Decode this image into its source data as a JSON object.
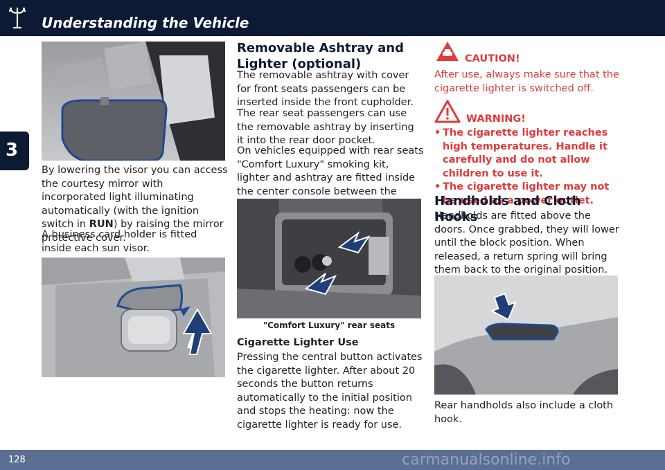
{
  "header": {
    "title": "Understanding the Vehicle"
  },
  "chapter_tab": {
    "number": "3"
  },
  "col1": {
    "para1_a": "By lowering the visor you can access the courtesy mirror with incorporated light illuminating automatically (with the ignition switch in ",
    "para1_bold": "RUN",
    "para1_b": ") by raising the mirror protective cover.",
    "para2": "A business card holder is fitted inside each sun visor."
  },
  "col2": {
    "heading": "Removable Ashtray and Lighter (optional)",
    "para1": "The removable ashtray with cover for front seats passengers can be inserted inside the front cupholder.",
    "para2": "The rear seat passengers can use the removable ashtray by inserting it into the rear door pocket.",
    "para3": "On vehicles equipped with rear seats \"Comfort Luxury\" smoking kit, lighter and ashtray are fitted inside the center console between the seats.",
    "caption": "\"Comfort Luxury\" rear seats",
    "subheading": "Cigarette Lighter Use",
    "para4": "Pressing the central button activates the cigarette lighter. After about 20 seconds the button returns automatically to the initial position and stops the heating: now the cigarette lighter is ready for use."
  },
  "col3": {
    "caution_title": "CAUTION!",
    "caution_text": "After use, always make sure that the cigarette lighter is switched off.",
    "warning_title": "WARNING!",
    "warning_items": [
      "The cigarette lighter reaches high temperatures. Handle it carefully and do not allow children to use it.",
      "The cigarette lighter may not be used as a power outlet."
    ],
    "heading": "Handholds and Cloth Hooks",
    "para1": "Handholds are fitted above the doors. Once grabbed, they will lower until the block position. When released, a return spring will bring them back to the original position.",
    "para2": "Rear handholds also include a cloth hook."
  },
  "footer": {
    "page_number": "128",
    "watermark": "carmanualsonline.info"
  },
  "colors": {
    "navy": "#0c1a34",
    "red": "#e03a3a",
    "footer": "#5b6f95"
  }
}
